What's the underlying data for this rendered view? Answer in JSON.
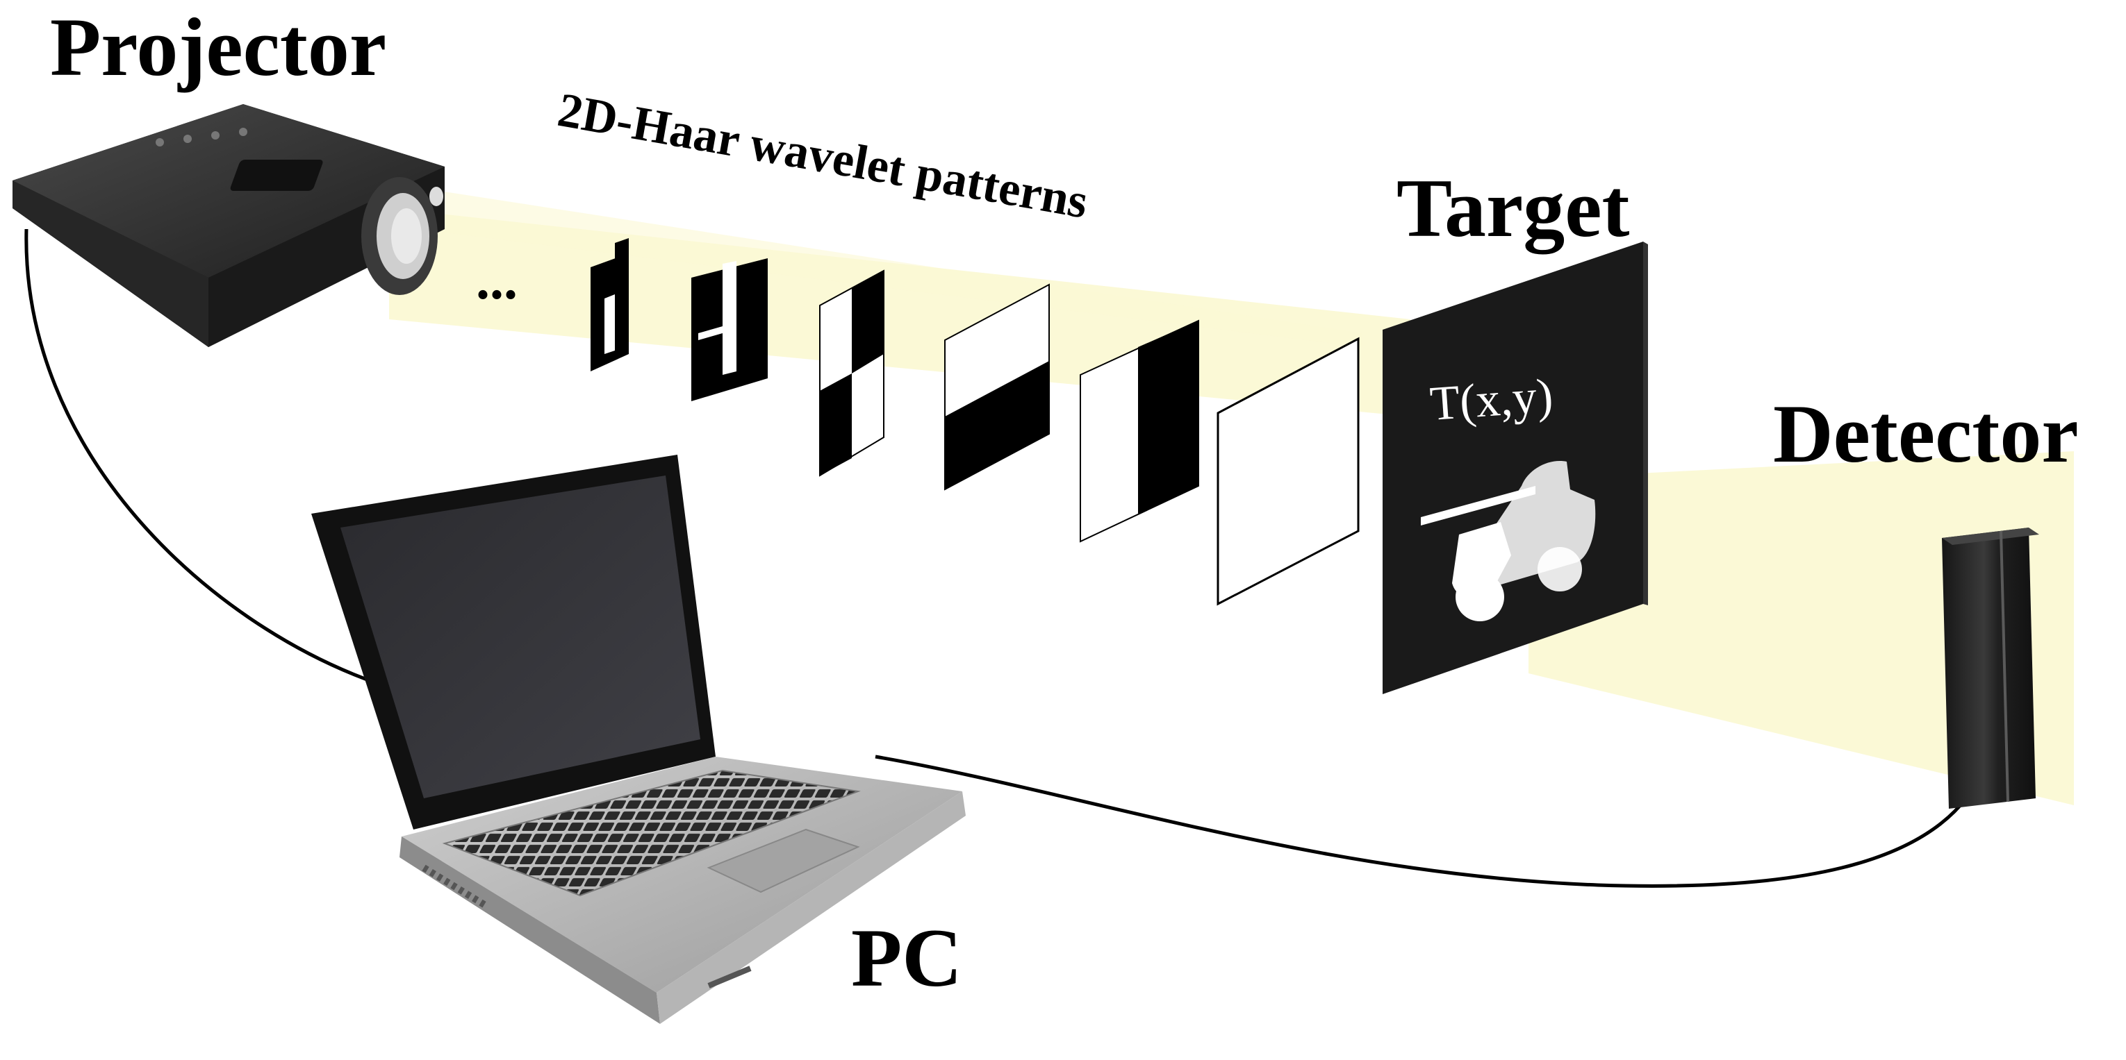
{
  "labels": {
    "projector": "Projector",
    "patterns": "2D-Haar wavelet patterns",
    "ellipsis": "...",
    "target": "Target",
    "target_function": "T(x,y)",
    "detector": "Detector",
    "pc": "PC"
  },
  "colors": {
    "beam": "#fbf9d4",
    "device_dark": "#2b2b2b",
    "cable": "#000000",
    "pattern_black": "#000000",
    "pattern_white": "#ffffff"
  },
  "icons": [
    "projector-icon",
    "laptop-icon",
    "detector-icon",
    "target-board-icon",
    "toy-car-icon"
  ]
}
